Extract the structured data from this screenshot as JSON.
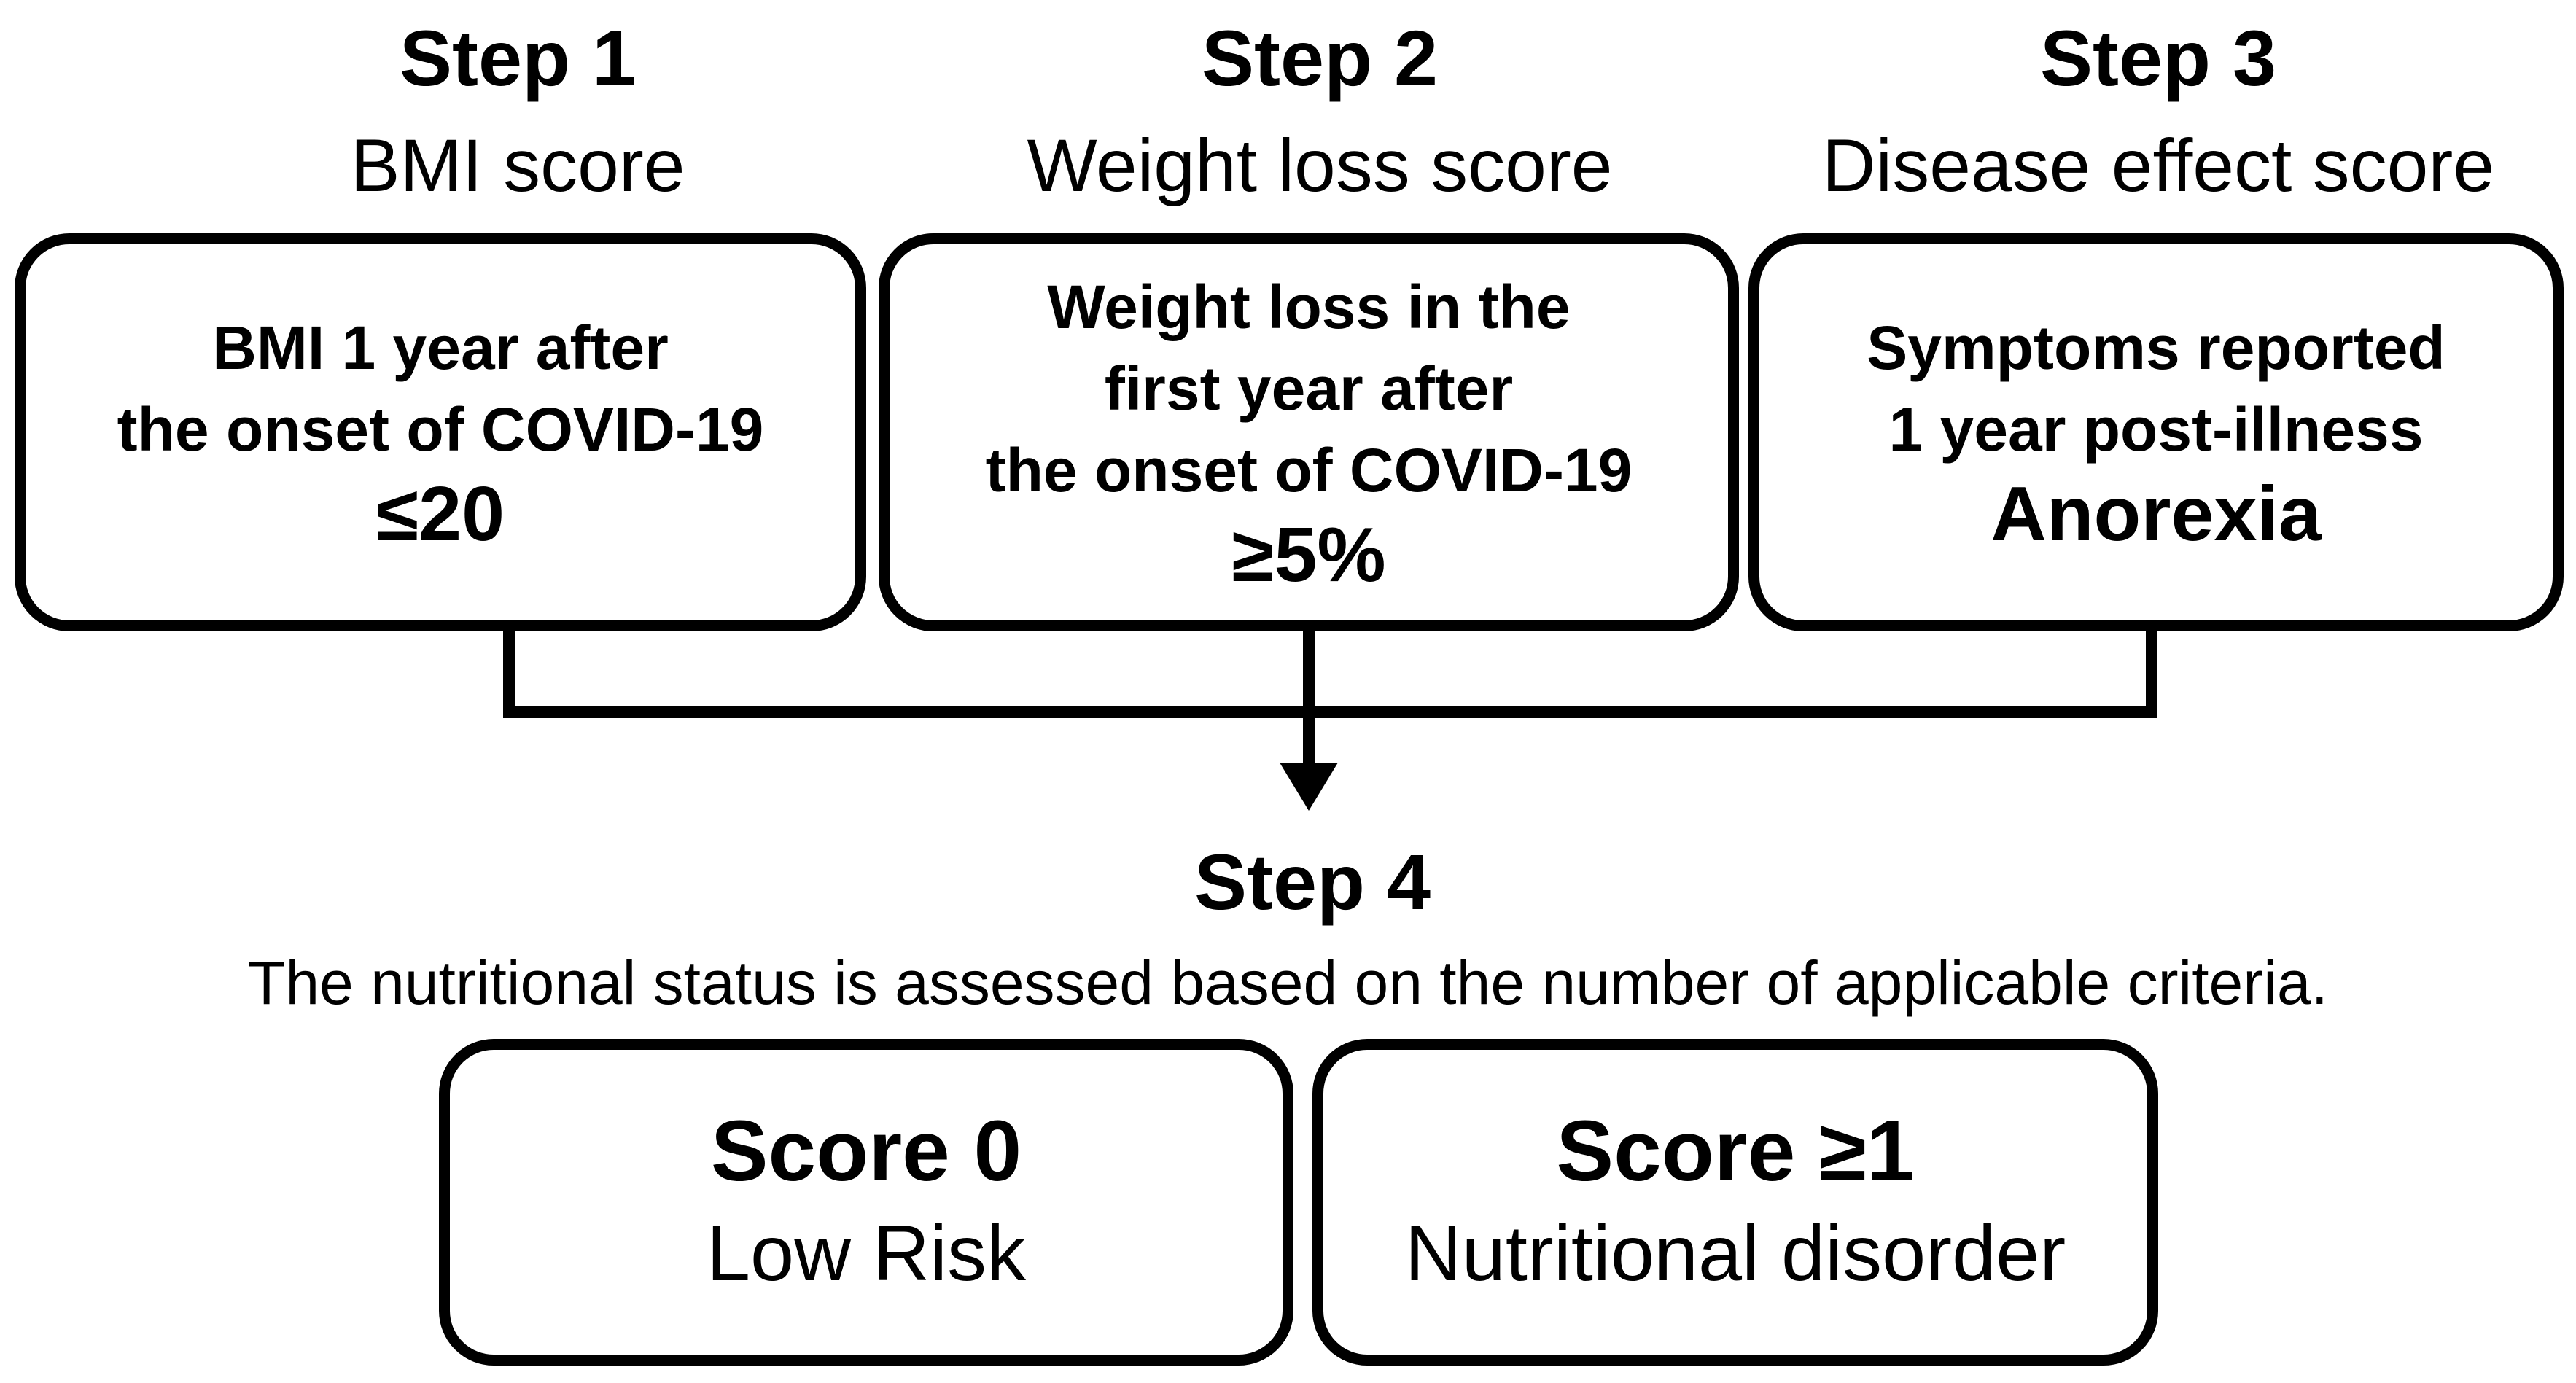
{
  "steps": [
    {
      "heading": "Step 1",
      "subtitle": "BMI score",
      "box_lines": [
        "BMI 1 year after",
        "the onset of COVID-19"
      ],
      "box_highlight": "≤20"
    },
    {
      "heading": "Step 2",
      "subtitle": "Weight loss score",
      "box_lines": [
        "Weight loss in the",
        "first year after",
        "the onset of COVID-19"
      ],
      "box_highlight": "≥5%"
    },
    {
      "heading": "Step 3",
      "subtitle": "Disease effect score",
      "box_lines": [
        "Symptoms reported",
        "1 year post-illness"
      ],
      "box_highlight": "Anorexia"
    }
  ],
  "step4": {
    "heading": "Step 4",
    "description": "The nutritional status is assessed based on the number of applicable criteria."
  },
  "outcomes": [
    {
      "score": "Score 0",
      "label": "Low Risk"
    },
    {
      "score": "Score ≥1",
      "label": "Nutritional disorder"
    }
  ],
  "colors": {
    "stroke": "#000000",
    "background": "#ffffff",
    "text": "#000000"
  }
}
